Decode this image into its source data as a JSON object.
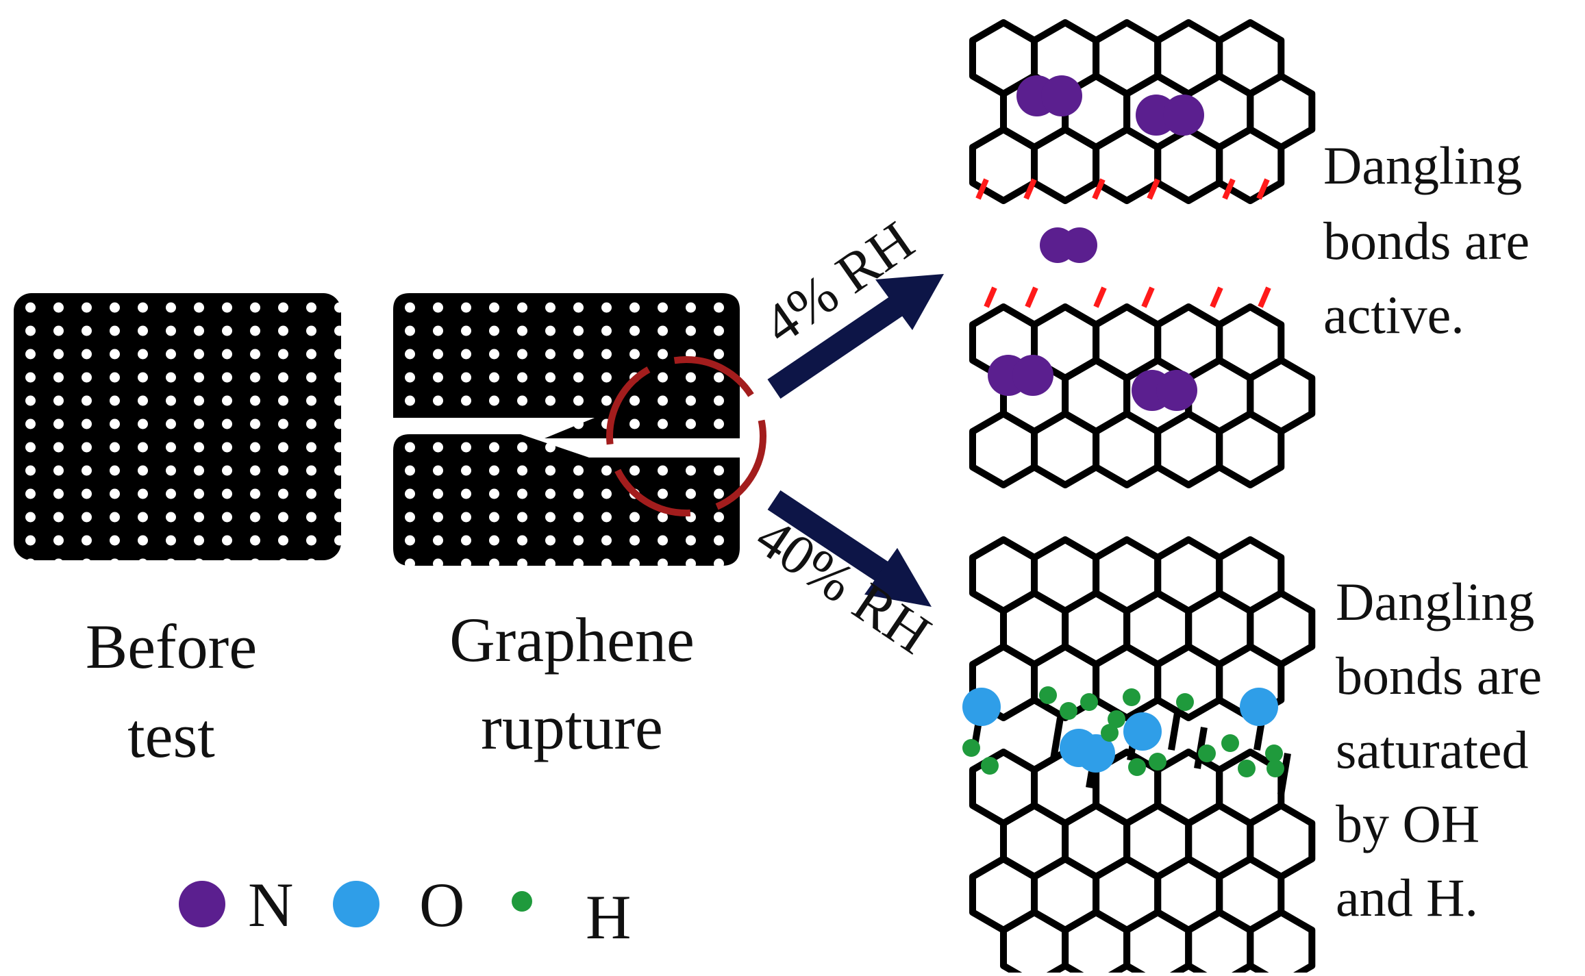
{
  "panels": {
    "before": {
      "label_lines": [
        "Before",
        "test"
      ]
    },
    "rupture": {
      "label_lines": [
        "Graphene",
        "rupture"
      ]
    }
  },
  "arrows": {
    "low_rh": {
      "label": "4% RH"
    },
    "high_rh": {
      "label": "40% RH"
    }
  },
  "outcomes": {
    "low_rh": {
      "text_lines": [
        "Dangling",
        "bonds are",
        "active."
      ]
    },
    "high_rh": {
      "text_lines": [
        "Dangling",
        "bonds are",
        "saturated",
        "by OH",
        "and H."
      ]
    }
  },
  "legend": [
    {
      "symbol": "N",
      "color": "#5b1f8f",
      "size": "large"
    },
    {
      "symbol": "O",
      "color": "#2f9ee8",
      "size": "large"
    },
    {
      "symbol": "H",
      "color": "#1f9a3c",
      "size": "small"
    }
  ],
  "colors": {
    "lattice": "#000000",
    "arrow": "#0d1547",
    "rupture_circle": "#a31d1d",
    "dangling_bond": "#ff1a1a",
    "nitrogen": "#5b1f8f",
    "oxygen": "#2f9ee8",
    "hydrogen": "#1f9a3c"
  }
}
